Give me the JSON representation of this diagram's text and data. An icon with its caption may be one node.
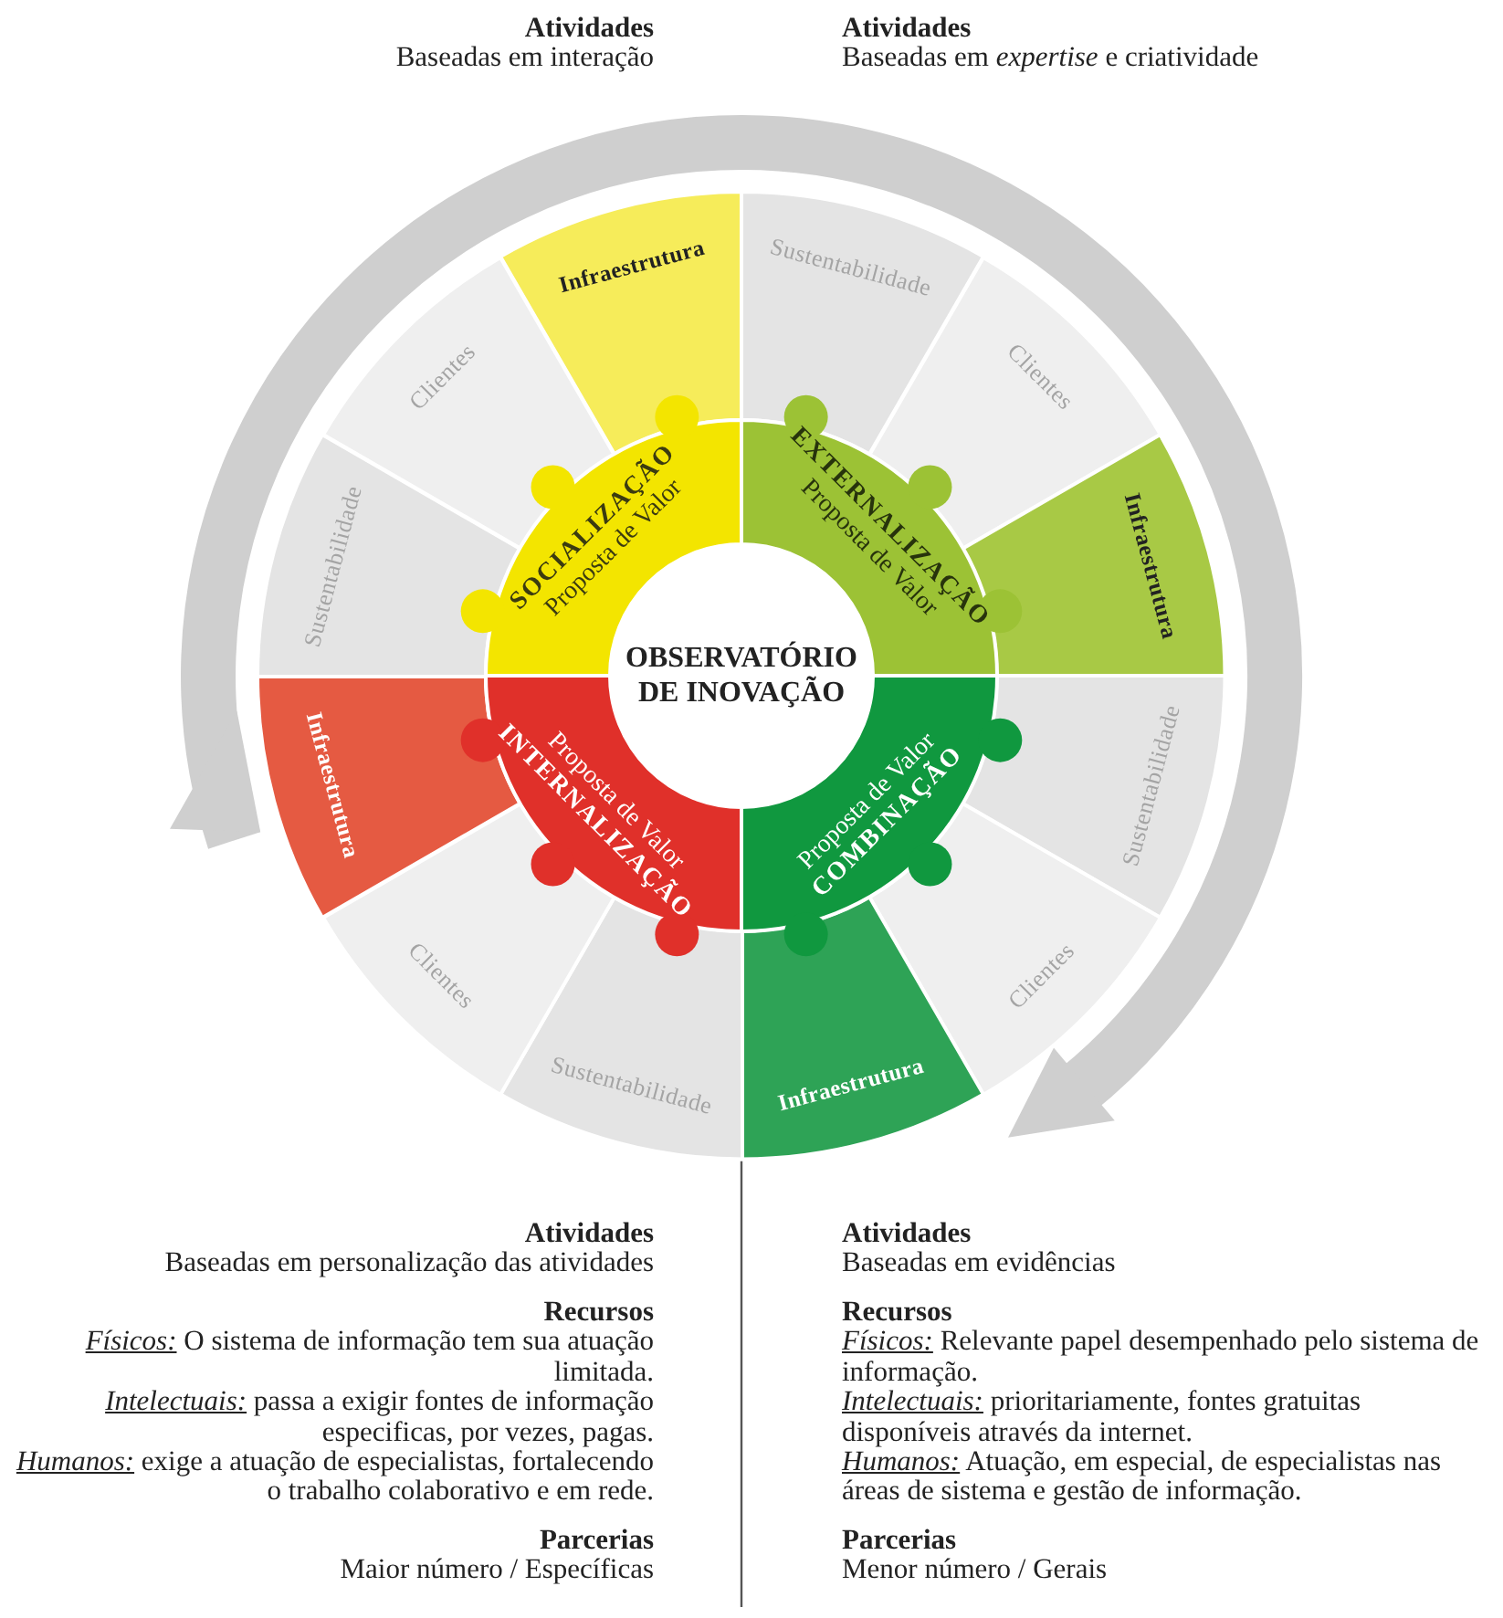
{
  "diagram": {
    "nodes": [
      {
        "text": [
          "OBSERVATÓRIO DE INOVAÇÃO"
        ]
      },
      {
        "text": [
          "SOCIALIZAÇÃO",
          "Proposta de Valor"
        ]
      },
      {
        "text": [
          "EXTERNALIZAÇÃO",
          "Proposta de Valor"
        ]
      },
      {
        "text": [
          "COMBINAÇÃO",
          "Proposta de Valor"
        ]
      },
      {
        "text": [
          "INTERNALIZAÇÃO",
          "Proposta de Valor"
        ]
      },
      {
        "text": [
          "Infraestrutura"
        ]
      },
      {
        "text": [
          "Sustentabilidade"
        ]
      },
      {
        "text": [
          "Clientes"
        ]
      },
      {
        "text": [
          "Infraestrutura"
        ]
      },
      {
        "text": [
          "Sustentabilidade"
        ]
      },
      {
        "text": [
          "Clientes"
        ]
      },
      {
        "text": [
          "Infraestrutura"
        ]
      },
      {
        "text": [
          "Sustentabilidade"
        ]
      },
      {
        "text": [
          "Clientes"
        ]
      },
      {
        "text": [
          "Infraestrutura"
        ]
      },
      {
        "text": [
          "Sustentabilidade"
        ]
      },
      {
        "text": [
          "Clientes"
        ]
      }
    ],
    "labels": [
      "Atividades",
      "Baseadas em interação",
      "Atividades",
      "Baseadas em *expertise* e criatividade",
      "Atividades",
      "Baseadas em personalização das atividades",
      "Recursos",
      "*Físicos:* O sistema de informação tem sua atuação limitada.",
      "*Intelectuais:* passa a exigir fontes de informação especificas, por vezes, pagas.",
      "*Humanos:* exige a atuação de especialistas, fortalecendo o trabalho colaborativo e em rede.",
      "Parcerias",
      "Maior número / Específicas",
      "Atividades",
      "Baseadas em evidências",
      "Recursos",
      "*Físicos:* Relevante papel desempenhado pelo sistema de informação.",
      "*Intelectuais:* prioritariamente, fontes gratuitas disponíveis através da internet.",
      "*Humanos:* Atuação, em especial, de especialistas nas áreas de sistema e gestão de informação.",
      "Parcerias",
      "Menor número / Gerais"
    ]
  }
}
